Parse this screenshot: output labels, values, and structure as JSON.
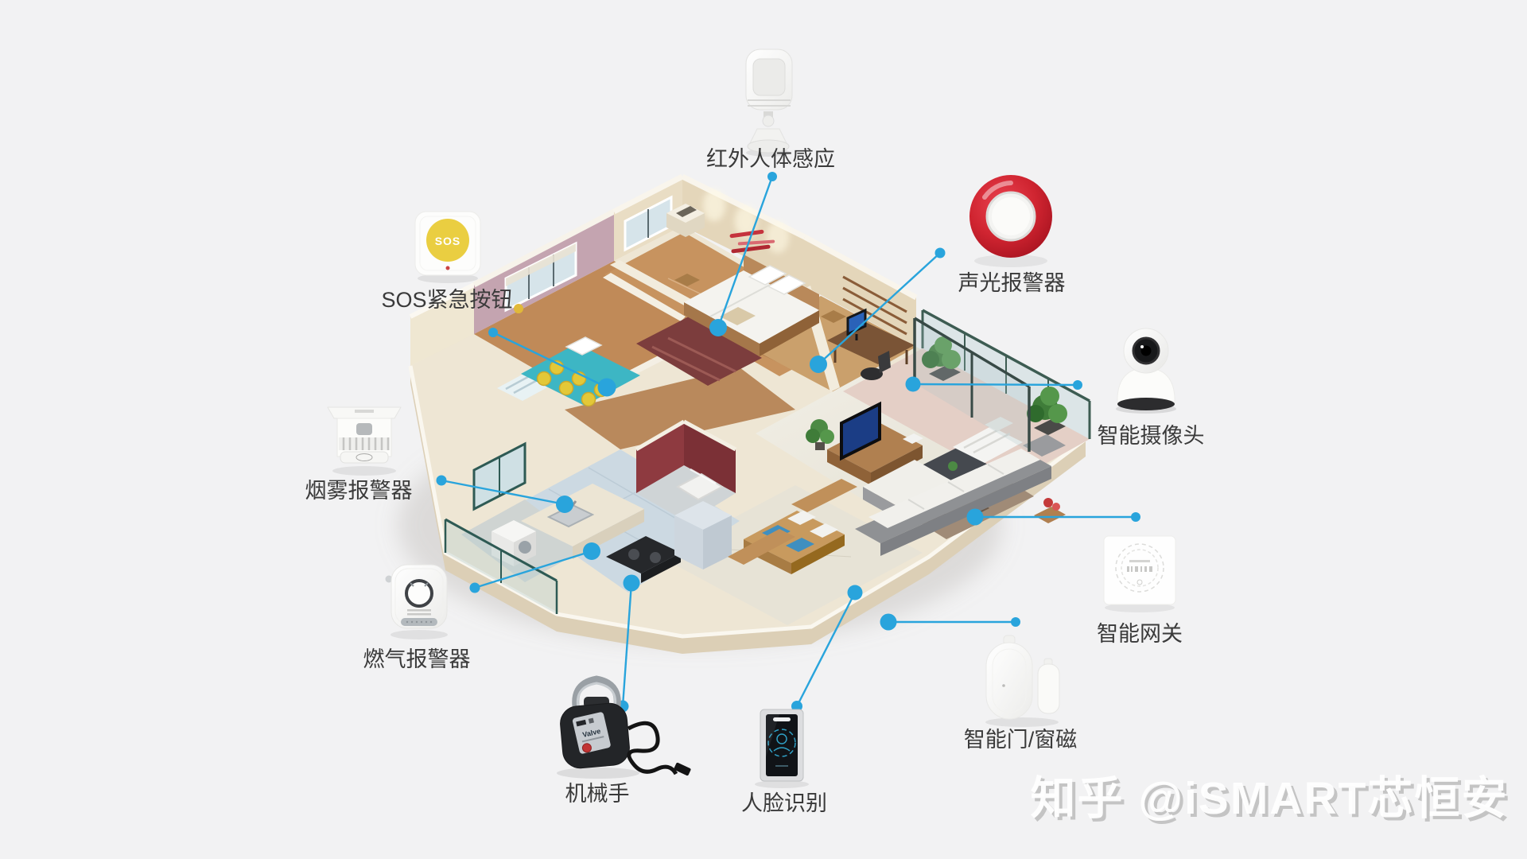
{
  "page": {
    "background": "#f2f2f3"
  },
  "palette": {
    "accent_blue": "#29a4dc",
    "siren_red": "#cf2430",
    "sos_yellow": "#eace41"
  },
  "watermark": {
    "text": "知乎 @iSMART芯恒安"
  },
  "devices": [
    {
      "id": "pir-sensor",
      "label": "红外人体感应"
    },
    {
      "id": "siren",
      "label": "声光报警器"
    },
    {
      "id": "sos-button",
      "label": "SOS紧急按钮",
      "button_text": "SOS"
    },
    {
      "id": "smoke-alarm",
      "label": "烟雾报警器"
    },
    {
      "id": "gas-alarm",
      "label": "燃气报警器"
    },
    {
      "id": "camera",
      "label": "智能摄像头"
    },
    {
      "id": "gateway",
      "label": "智能网关"
    },
    {
      "id": "door-window-sensor",
      "label": "智能门/窗磁"
    },
    {
      "id": "manipulator",
      "label": "机械手",
      "panel_text": "Valve"
    },
    {
      "id": "face-recognition",
      "label": "人脸识别"
    }
  ]
}
